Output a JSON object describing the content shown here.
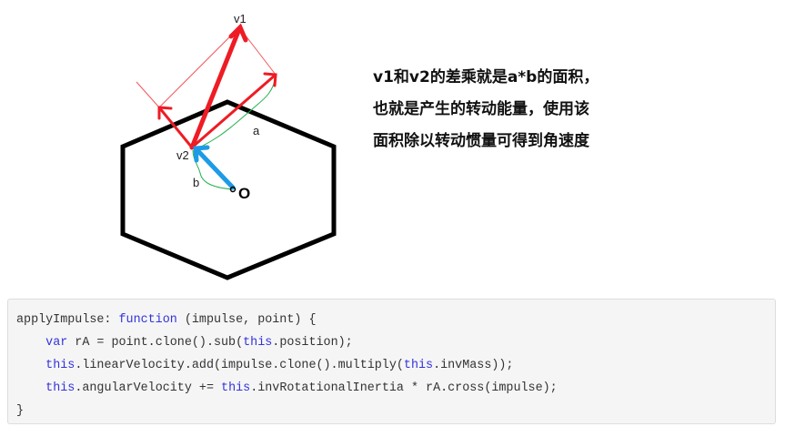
{
  "diagram": {
    "labels": {
      "v1": "v1",
      "v2": "v2",
      "a": "a",
      "b": "b",
      "origin": "O"
    },
    "colors": {
      "vector": "#ee1c24",
      "radius": "#1e9be6",
      "brace": "#22b14c",
      "hexagon": "#000000"
    }
  },
  "explanation": {
    "lines": [
      "v1和v2的差乘就是a*b的面积，",
      "也就是产生的转动能量，使用该",
      "面积除以转动惯量可得到角速度"
    ]
  },
  "code": {
    "line1": {
      "name": "applyImpulse: ",
      "kw": "function",
      "rest": " (impulse, point) {"
    },
    "line2": {
      "indent": "    ",
      "kw": "var",
      "rest": " rA = point.clone().sub(",
      "kw2": "this",
      "rest2": ".position);"
    },
    "line3": {
      "indent": "    ",
      "kw": "this",
      "rest": ".linearVelocity.add(impulse.clone().multiply(",
      "kw2": "this",
      "rest2": ".invMass));"
    },
    "line4": {
      "indent": "    ",
      "kw": "this",
      "rest": ".angularVelocity += ",
      "kw2": "this",
      "rest2": ".invRotationalInertia * rA.cross(impulse);"
    },
    "line5": "}"
  }
}
